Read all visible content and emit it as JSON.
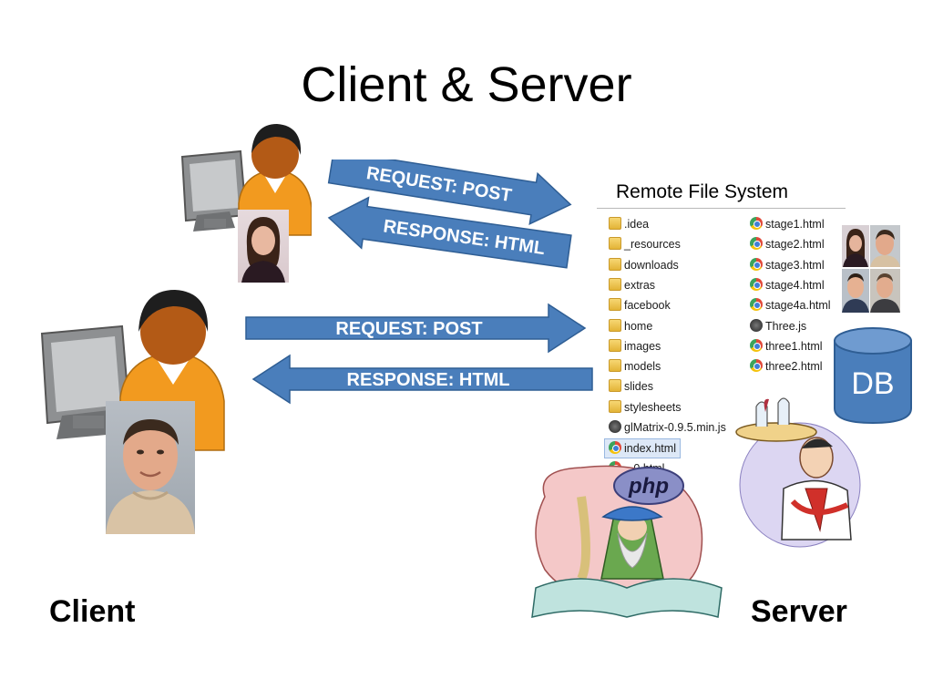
{
  "title": "Client & Server",
  "client_label": "Client",
  "server_label": "Server",
  "arrows": {
    "top_request": "REQUEST: POST",
    "top_response": "RESPONSE: HTML",
    "main_request": "REQUEST: POST",
    "main_response": "RESPONSE: HTML"
  },
  "file_system": {
    "title": "Remote File System",
    "left_column": [
      {
        "name": ".idea",
        "type": "folder"
      },
      {
        "name": "_resources",
        "type": "folder"
      },
      {
        "name": "downloads",
        "type": "folder"
      },
      {
        "name": "extras",
        "type": "folder"
      },
      {
        "name": "facebook",
        "type": "folder"
      },
      {
        "name": "home",
        "type": "folder"
      },
      {
        "name": "images",
        "type": "folder"
      },
      {
        "name": "models",
        "type": "folder"
      },
      {
        "name": "slides",
        "type": "folder"
      },
      {
        "name": "stylesheets",
        "type": "folder"
      },
      {
        "name": "glMatrix-0.9.5.min.js",
        "type": "js"
      },
      {
        "name": "index.html",
        "type": "html",
        "selected": true
      },
      {
        "name": "...0.html",
        "type": "html"
      }
    ],
    "right_column": [
      {
        "name": "stage1.html",
        "type": "html"
      },
      {
        "name": "stage2.html",
        "type": "html"
      },
      {
        "name": "stage3.html",
        "type": "html"
      },
      {
        "name": "stage4.html",
        "type": "html"
      },
      {
        "name": "stage4a.html",
        "type": "html"
      },
      {
        "name": "Three.js",
        "type": "js"
      },
      {
        "name": "three1.html",
        "type": "html"
      },
      {
        "name": "three2.html",
        "type": "html"
      }
    ]
  },
  "db_label": "DB",
  "php_label": "php",
  "colors": {
    "arrow_fill": "#4a7ebb",
    "arrow_stroke": "#2f5e94",
    "db_fill": "#4a7ebb",
    "db_top": "#6f9bd0"
  }
}
